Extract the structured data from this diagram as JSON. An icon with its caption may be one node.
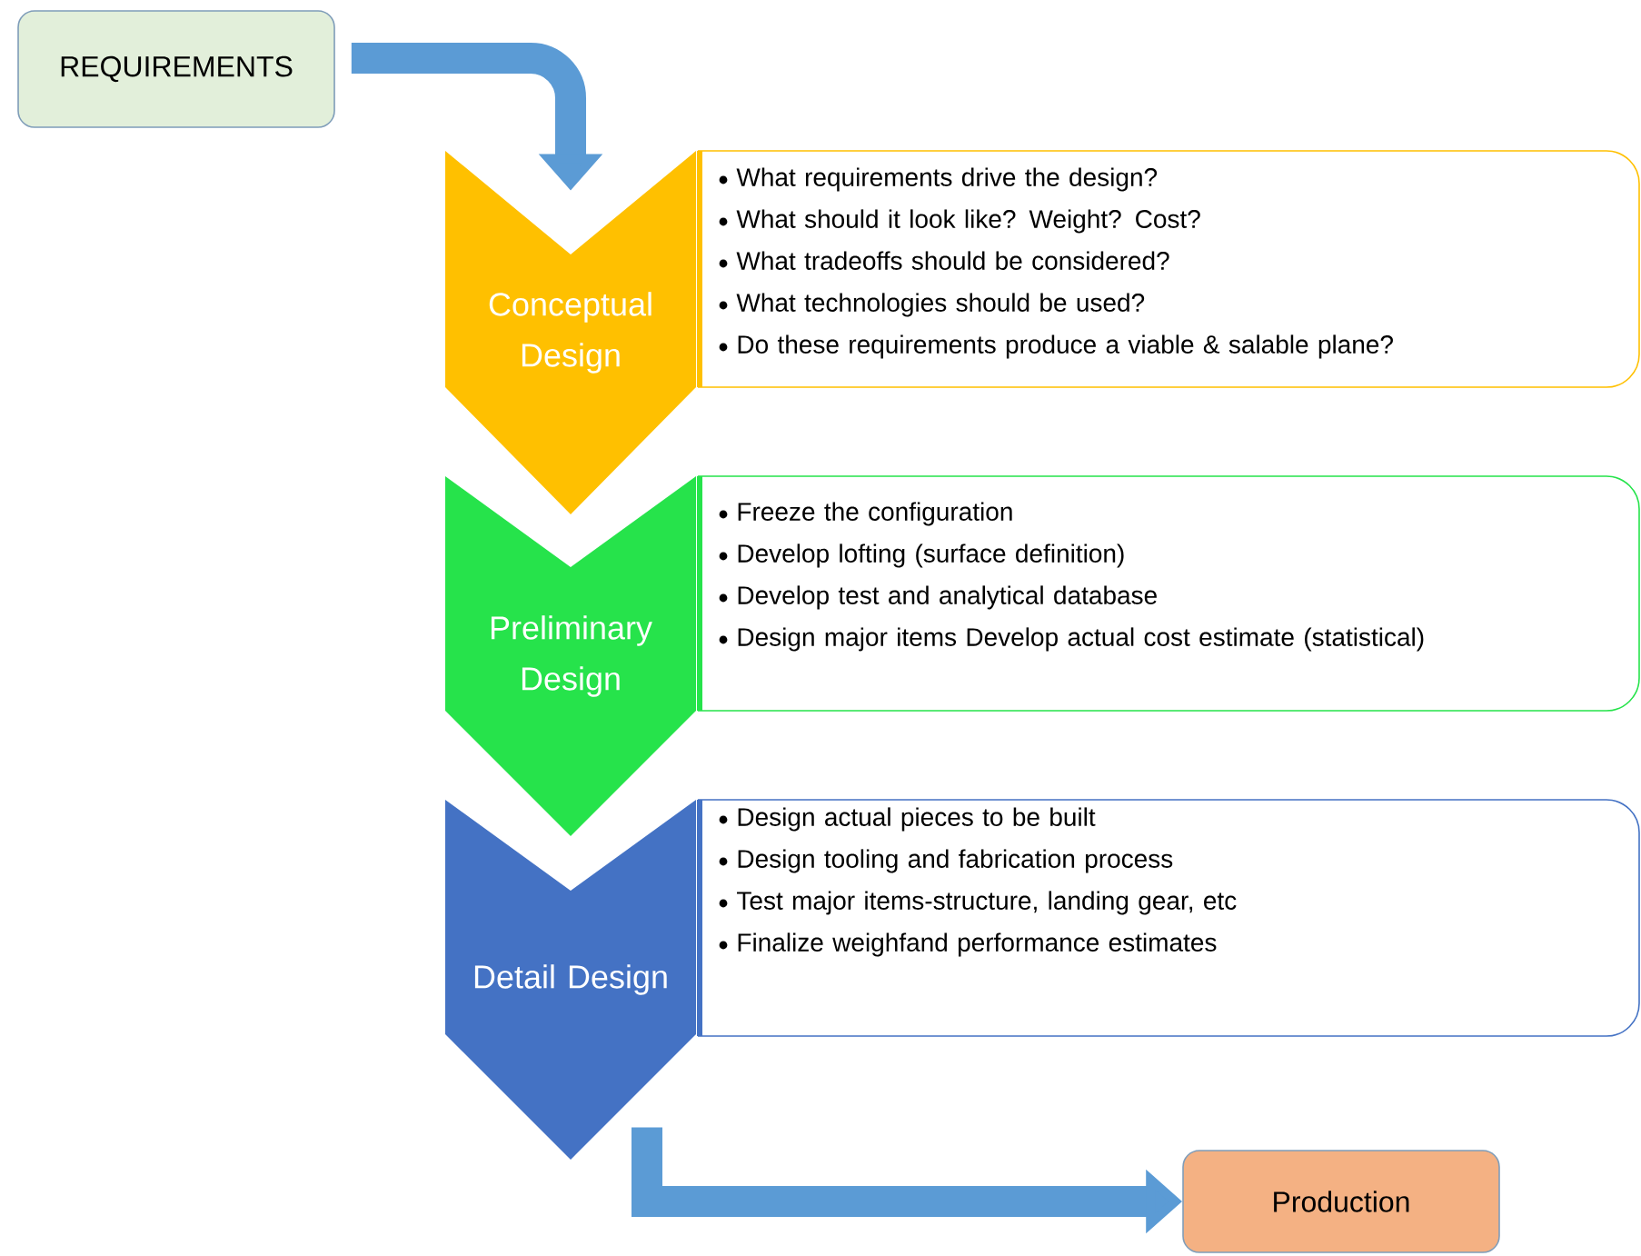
{
  "diagram": {
    "nodes": [
      {
        "text": [
          "REQUIREMENTS"
        ]
      },
      {
        "text": [
          "Conceptual Design"
        ]
      },
      {
        "text": [
          "What requirements drive the design?",
          "What should it look like? Weight? Cost?",
          "What tradeoffs should be considered?",
          "What technologies should be used?",
          "Do these requirements produce a viable & salable plane?"
        ]
      },
      {
        "text": [
          "Preliminary Design"
        ]
      },
      {
        "text": [
          "Freeze the configuration",
          "Develop lofting (surface definition)",
          "Develop test and analytical database",
          "Design major items Develop actual cost estimate (statistical)"
        ]
      },
      {
        "text": [
          "Detail Design"
        ]
      },
      {
        "text": [
          "Design actual pieces to be built",
          "Design tooling and fabrication process",
          "Test major items-structure, landing gear, etc",
          "Finalize weighfand performance estimates"
        ]
      },
      {
        "text": [
          "Production"
        ]
      }
    ],
    "edges": [
      {
        "from": 0,
        "to": 1,
        "arrow": "to"
      },
      {
        "from": 5,
        "to": 7,
        "arrow": "to"
      }
    ]
  }
}
